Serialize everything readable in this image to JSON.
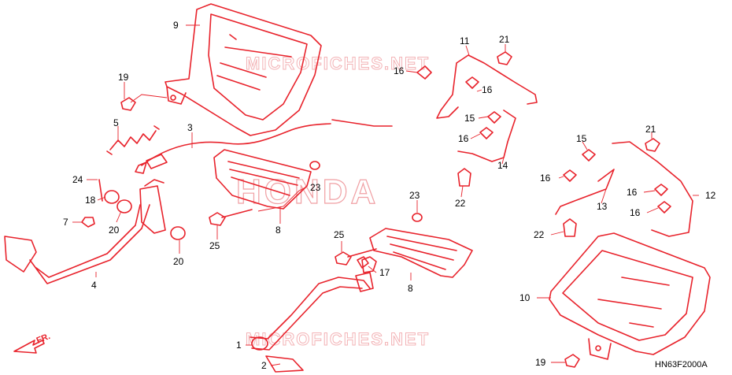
{
  "diagram": {
    "code": "HN63F2000A",
    "direction_label": "FR.",
    "watermarks": [
      "MICROFICHES.NET",
      "HONDA",
      "MICROFICHES.NET"
    ],
    "callouts": [
      "9",
      "19",
      "5",
      "3",
      "24",
      "18",
      "7",
      "20",
      "4",
      "20",
      "25",
      "23",
      "8",
      "1",
      "2",
      "11",
      "21",
      "16",
      "16",
      "15",
      "16",
      "22",
      "14",
      "23",
      "25",
      "17",
      "8",
      "15",
      "21",
      "16",
      "16",
      "12",
      "13",
      "16",
      "22",
      "10",
      "19"
    ]
  },
  "colors": {
    "line": "#e8222b",
    "text": "#000000",
    "watermark": "#f3b3b6"
  }
}
